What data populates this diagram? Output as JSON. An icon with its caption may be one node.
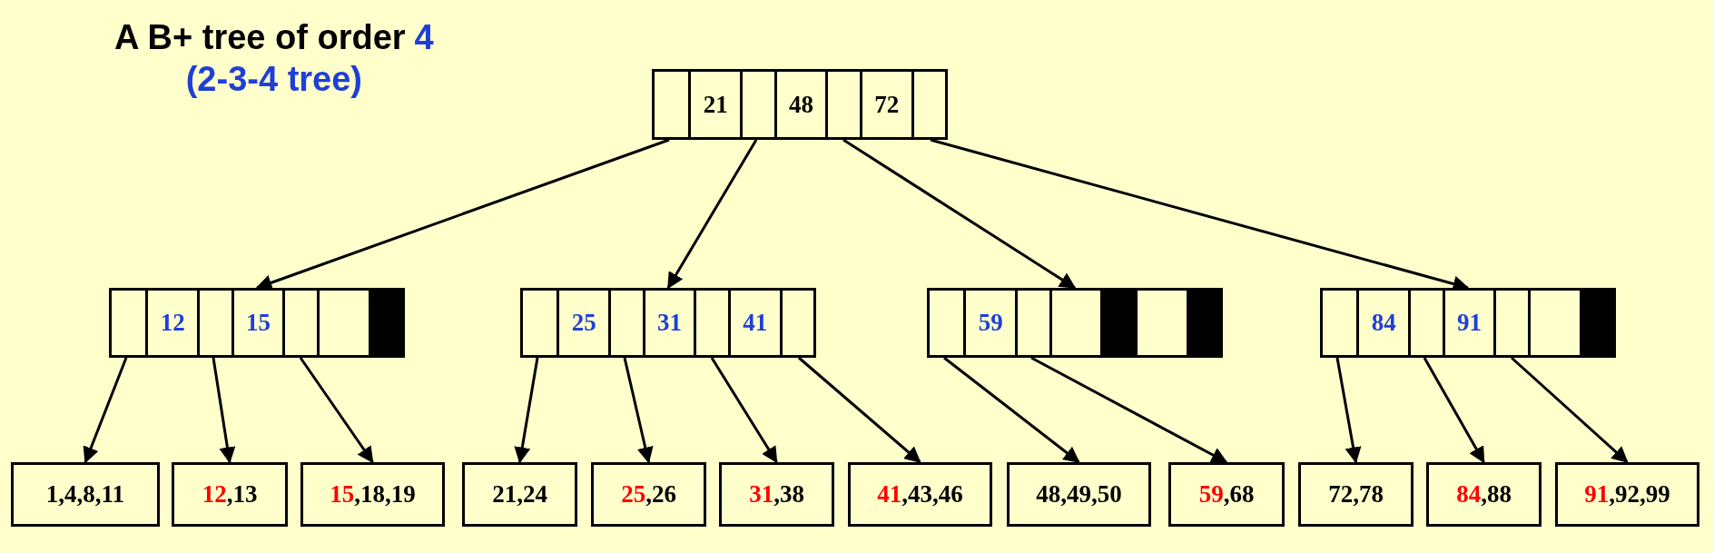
{
  "diagram": {
    "nodes": [
      {
        "text": [
          "21",
          "48",
          "72"
        ]
      },
      {
        "text": [
          "12",
          "15"
        ]
      },
      {
        "text": [
          "25",
          "31",
          "41"
        ]
      },
      {
        "text": [
          "59"
        ]
      },
      {
        "text": [
          "84",
          "91"
        ]
      },
      {
        "text": [
          "1,4,8,11"
        ]
      },
      {
        "text": [
          "12",
          ",13"
        ]
      },
      {
        "text": [
          "15",
          ",18,19"
        ]
      },
      {
        "text": [
          "21,24"
        ]
      },
      {
        "text": [
          "25",
          ",26"
        ]
      },
      {
        "text": [
          "31",
          ",38"
        ]
      },
      {
        "text": [
          "41",
          ",43,46"
        ]
      },
      {
        "text": [
          "48,49,50"
        ]
      },
      {
        "text": [
          "59",
          ",68"
        ]
      },
      {
        "text": [
          "72,78"
        ]
      },
      {
        "text": [
          "84",
          ",88"
        ]
      },
      {
        "text": [
          "91",
          ",92,99"
        ]
      }
    ],
    "edges": [
      {
        "from": 0,
        "to": 1,
        "arrow": "to"
      },
      {
        "from": 0,
        "to": 2,
        "arrow": "to"
      },
      {
        "from": 0,
        "to": 3,
        "arrow": "to"
      },
      {
        "from": 0,
        "to": 4,
        "arrow": "to"
      },
      {
        "from": 1,
        "to": 5,
        "arrow": "to"
      },
      {
        "from": 1,
        "to": 6,
        "arrow": "to"
      },
      {
        "from": 1,
        "to": 7,
        "arrow": "to"
      },
      {
        "from": 2,
        "to": 8,
        "arrow": "to"
      },
      {
        "from": 2,
        "to": 9,
        "arrow": "to"
      },
      {
        "from": 2,
        "to": 10,
        "arrow": "to"
      },
      {
        "from": 2,
        "to": 11,
        "arrow": "to"
      },
      {
        "from": 3,
        "to": 12,
        "arrow": "to"
      },
      {
        "from": 3,
        "to": 13,
        "arrow": "to"
      },
      {
        "from": 4,
        "to": 14,
        "arrow": "to"
      },
      {
        "from": 4,
        "to": 15,
        "arrow": "to"
      },
      {
        "from": 4,
        "to": 16,
        "arrow": "to"
      }
    ],
    "labels": [
      "A B+ tree of order",
      "4",
      "(2-3-4 tree)"
    ]
  }
}
